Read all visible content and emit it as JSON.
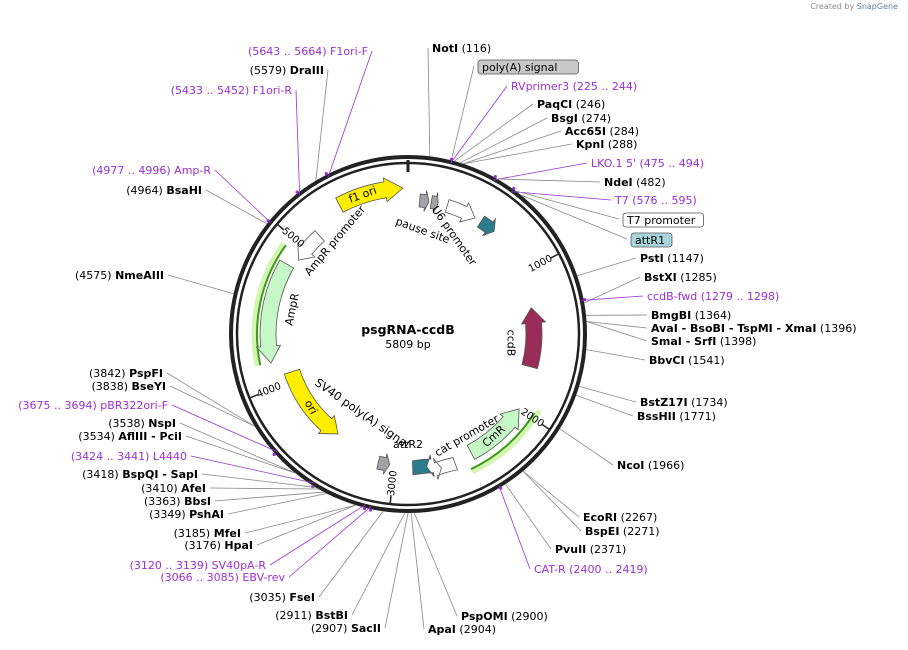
{
  "credit": {
    "prefix": "Created by",
    "brand": "SnapGene"
  },
  "plasmid": {
    "name": "psgRNA-ccdB",
    "length": "5809 bp"
  },
  "ticks": [
    "1000",
    "2000",
    "3000",
    "4000",
    "5000"
  ],
  "colors": {
    "enzyme": "#000000",
    "primer": "#9b2fd0",
    "ring": "#222222",
    "f1ori": "#ffee00",
    "ori": "#ffee00",
    "ampr": "#c6f7c6",
    "cmr": "#c6f7c6",
    "ccdb": "#9a2c5a",
    "attr": "#2d7b8e",
    "polya": "#a0a4a8",
    "promoter": "#ffffff",
    "attR1_box": "#a8d4dc"
  },
  "labels": [
    {
      "kind": "primer",
      "text": "(5643 .. 5664)  F1ori-F"
    },
    {
      "kind": "enzyme",
      "num": "(5579)",
      "name": "DraIII"
    },
    {
      "kind": "primer",
      "text": "(5433 .. 5452)  F1ori-R"
    },
    {
      "kind": "primer",
      "text": "(4977 .. 4996)  Amp-R"
    },
    {
      "kind": "enzyme",
      "num": "(4964)",
      "name": "BsaHI"
    },
    {
      "kind": "enzyme",
      "num": "(4575)",
      "name": "NmeAIII"
    },
    {
      "kind": "enzyme",
      "num": "(3842)",
      "name": "PspFI"
    },
    {
      "kind": "enzyme",
      "num": "(3838)",
      "name": "BseYI"
    },
    {
      "kind": "primer",
      "text": "(3675 .. 3694)  pBR322ori-F"
    },
    {
      "kind": "enzyme",
      "num": "(3538)",
      "name": "NspI"
    },
    {
      "kind": "enzyme",
      "num": "(3534)",
      "name": "AflIII",
      "extra": "- PciI"
    },
    {
      "kind": "primer",
      "text": "(3424 .. 3441)  L4440"
    },
    {
      "kind": "enzyme",
      "num": "(3418)",
      "name": "BspQI",
      "extra": "- SapI"
    },
    {
      "kind": "enzyme",
      "num": "(3410)",
      "name": "AfeI"
    },
    {
      "kind": "enzyme",
      "num": "(3363)",
      "name": "BbsI"
    },
    {
      "kind": "enzyme",
      "num": "(3349)",
      "name": "PshAI"
    },
    {
      "kind": "enzyme",
      "num": "(3185)",
      "name": "MfeI"
    },
    {
      "kind": "enzyme",
      "num": "(3176)",
      "name": "HpaI"
    },
    {
      "kind": "primer",
      "text": "(3120 .. 3139)  SV40pA-R"
    },
    {
      "kind": "primer",
      "text": "(3066 .. 3085)  EBV-rev"
    },
    {
      "kind": "enzyme",
      "num": "(3035)",
      "name": "FseI"
    },
    {
      "kind": "enzyme",
      "num": "(2911)",
      "name": "BstBI"
    },
    {
      "kind": "enzyme",
      "num": "(2907)",
      "name": "SacII"
    },
    {
      "kind": "enzyme",
      "name": "NotI",
      "num": "(116)"
    },
    {
      "kind": "box",
      "text": "poly(A) signal"
    },
    {
      "kind": "primer",
      "text": "RVprimer3    (225 .. 244)"
    },
    {
      "kind": "enzyme",
      "name": "PaqCI",
      "num": "(246)"
    },
    {
      "kind": "enzyme",
      "name": "BsgI",
      "num": "(274)"
    },
    {
      "kind": "enzyme",
      "name": "Acc65I",
      "num": "(284)"
    },
    {
      "kind": "enzyme",
      "name": "KpnI",
      "num": "(288)"
    },
    {
      "kind": "primer",
      "text": "LKO.1 5'    (475 .. 494)"
    },
    {
      "kind": "enzyme",
      "name": "NdeI",
      "num": "(482)"
    },
    {
      "kind": "primer",
      "text": "T7    (576 .. 595)"
    },
    {
      "kind": "box",
      "text": "T7 promoter"
    },
    {
      "kind": "box",
      "text": "attR1"
    },
    {
      "kind": "enzyme",
      "name": "PstI",
      "num": "(1147)"
    },
    {
      "kind": "enzyme",
      "name": "BstXI",
      "num": "(1285)"
    },
    {
      "kind": "primer",
      "text": "ccdB-fwd    (1279 .. 1298)"
    },
    {
      "kind": "enzyme",
      "name": "BmgBI",
      "num": "(1364)"
    },
    {
      "kind": "enzyme",
      "name": "AvaI",
      "extra": "- BsoBI  - TspMI  - XmaI",
      "num": "(1396)"
    },
    {
      "kind": "enzyme",
      "name": "SmaI",
      "extra": "- SrfI",
      "num": "(1398)"
    },
    {
      "kind": "enzyme",
      "name": "BbvCI",
      "num": "(1541)"
    },
    {
      "kind": "enzyme",
      "name": "BstZ17I",
      "num": "(1734)"
    },
    {
      "kind": "enzyme",
      "name": "BssHII",
      "num": "(1771)"
    },
    {
      "kind": "enzyme",
      "name": "NcoI",
      "num": "(1966)"
    },
    {
      "kind": "enzyme",
      "name": "EcoRI",
      "num": "(2267)"
    },
    {
      "kind": "enzyme",
      "name": "BspEI",
      "num": "(2271)"
    },
    {
      "kind": "enzyme",
      "name": "PvuII",
      "num": "(2371)"
    },
    {
      "kind": "primer",
      "text": "CAT-R    (2400 .. 2419)"
    },
    {
      "kind": "enzyme",
      "name": "PspOMI",
      "num": "(2900)"
    },
    {
      "kind": "enzyme",
      "name": "ApaI",
      "num": "(2904)"
    }
  ],
  "features": [
    {
      "name": "f1 ori",
      "kind": "ori"
    },
    {
      "name": "AmpR promoter",
      "kind": "promoter"
    },
    {
      "name": "AmpR",
      "kind": "ampr"
    },
    {
      "name": "ori",
      "kind": "ori"
    },
    {
      "name": "SV40 poly(A) signal",
      "kind": "polya"
    },
    {
      "name": "attR2",
      "kind": "attr"
    },
    {
      "name": "cat promoter",
      "kind": "promoter"
    },
    {
      "name": "CmR",
      "kind": "cmr"
    },
    {
      "name": "ccdB",
      "kind": "ccdb"
    },
    {
      "name": "U6 promoter",
      "kind": "promoter"
    },
    {
      "name": "pause site",
      "kind": "polya"
    }
  ]
}
